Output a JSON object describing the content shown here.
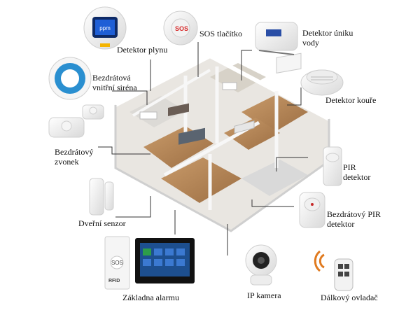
{
  "labels": {
    "gas_detector": "Detektor plynu",
    "sos_button": "SOS tlačítko",
    "water_detector": "Detektor úniku vody",
    "siren": "Bezdrátová vnitřní siréna",
    "smoke_detector": "Detektor kouře",
    "doorbell": "Bezdrátový zvonek",
    "pir_detector": "PIR detektor",
    "door_sensor": "Dveřní senzor",
    "wireless_pir": "Bezdrátový PIR detektor",
    "alarm_base": "Základna alarmu",
    "ip_camera": "IP kamera",
    "remote_control": "Dálkový ovladač"
  },
  "device_text": {
    "sos_cap": "SOS",
    "panel_sos": "SOS",
    "panel_rfid": "RFID"
  },
  "colors": {
    "gas_screen": "#1f5fd6",
    "sos_red": "#d62828",
    "siren_blue": "#2a8fd0",
    "remote_orange": "#e07a1f",
    "pir_red": "#c62828",
    "floor_wood": "#b98a5a",
    "wall": "#f2f2f2",
    "line": "#333333"
  }
}
